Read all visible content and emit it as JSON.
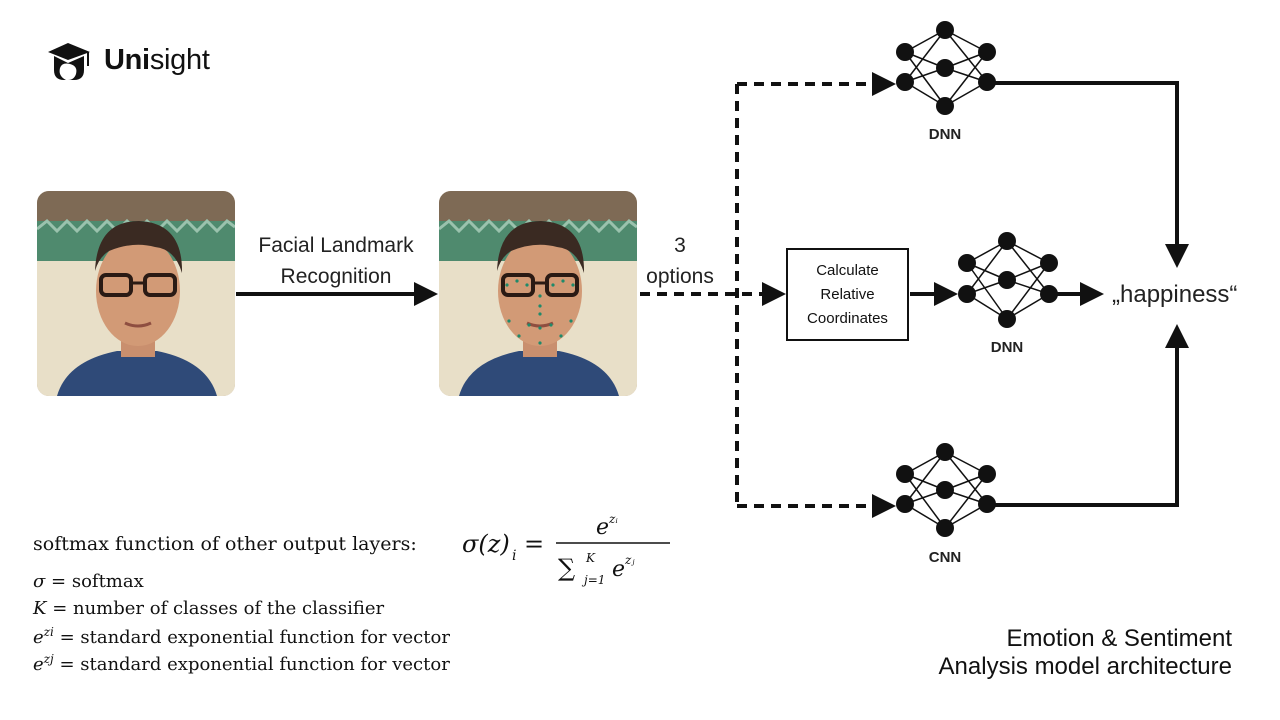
{
  "logo": {
    "text_bold": "Uni",
    "text_rest": "sight",
    "icon": "graduation-cap-icon"
  },
  "pipeline": {
    "step1_label": "Facial Landmark\nRecognition",
    "step2_label": "3\noptions",
    "calc_box": [
      "Calculate",
      "Relative",
      "Coordinates"
    ],
    "networks": {
      "top": "DNN",
      "middle": "DNN",
      "bottom": "CNN"
    },
    "output": "„happiness“"
  },
  "formula": {
    "intro": "softmax function of other output layers:",
    "lhs": "σ(z)",
    "lhs_sub": "i",
    "numerator": "e",
    "numerator_sup": "z_i",
    "denominator_sum": "∑",
    "denominator_upper": "K",
    "denominator_lower": "j=1",
    "denominator_term": "e",
    "denominator_sup": "z_j"
  },
  "definitions": [
    {
      "symbol": "σ",
      "text": "= softmax"
    },
    {
      "symbol": "K",
      "text": "= number of classes of the classifier"
    },
    {
      "symbol": "e",
      "sup": "zi",
      "text": "= standard exponential function for vector"
    },
    {
      "symbol": "e",
      "sup": "zj",
      "text": "= standard exponential function for vector"
    }
  ],
  "caption": {
    "line1": "Emotion & Sentiment",
    "line2": "Analysis model architecture"
  }
}
